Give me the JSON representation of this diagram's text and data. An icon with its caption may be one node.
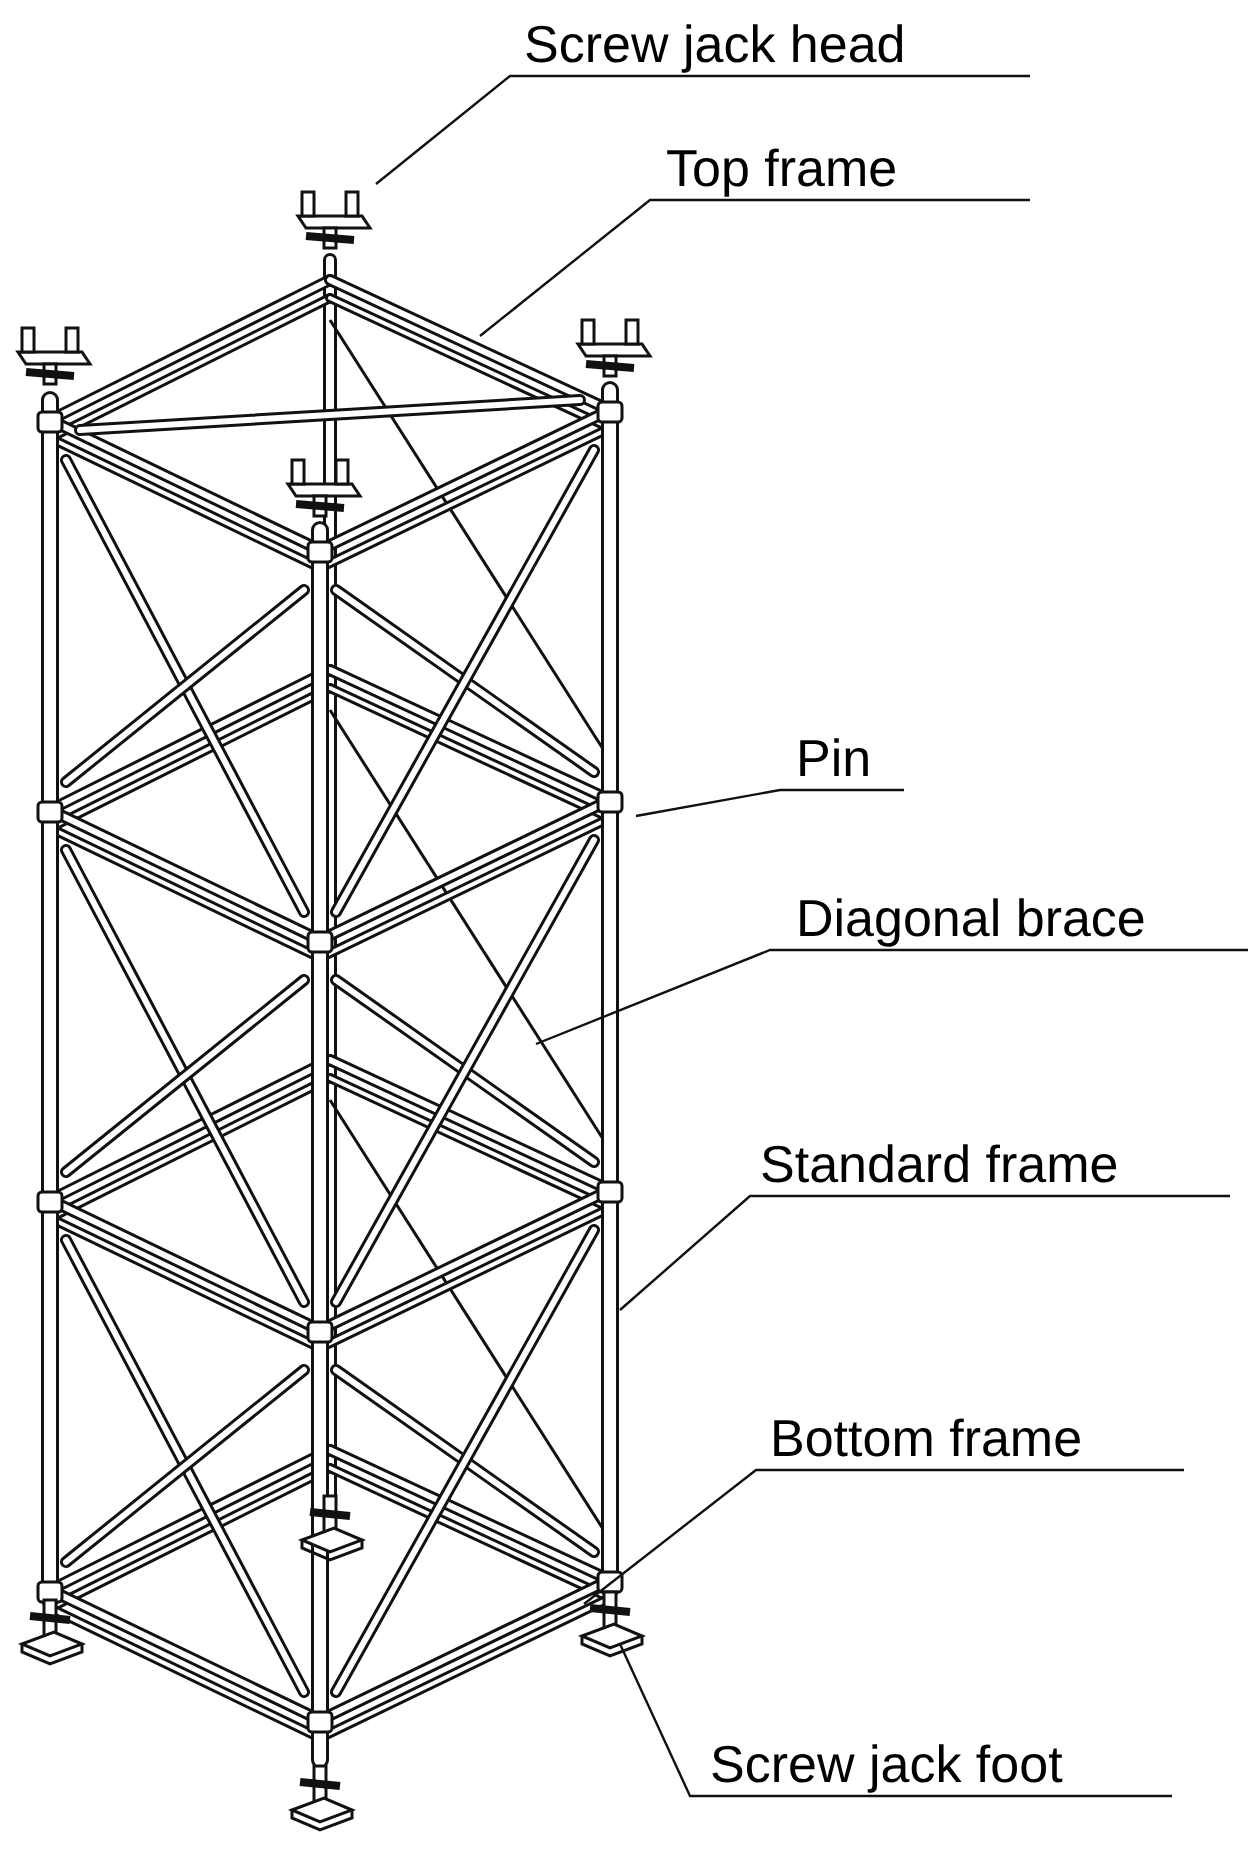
{
  "diagram": {
    "nodes": [
      {
        "text": [
          "Screw jack head"
        ]
      },
      {
        "text": [
          "Top frame"
        ]
      },
      {
        "text": [
          "Pin"
        ]
      },
      {
        "text": [
          "Diagonal brace"
        ]
      },
      {
        "text": [
          "Standard frame"
        ]
      },
      {
        "text": [
          "Bottom frame"
        ]
      },
      {
        "text": [
          "Screw jack foot"
        ]
      }
    ],
    "edges": [
      {
        "from": 0,
        "to": null,
        "arrow": "none"
      },
      {
        "from": 1,
        "to": null,
        "arrow": "none"
      },
      {
        "from": 2,
        "to": null,
        "arrow": "none"
      },
      {
        "from": 3,
        "to": null,
        "arrow": "none"
      },
      {
        "from": 4,
        "to": null,
        "arrow": "none"
      },
      {
        "from": 5,
        "to": null,
        "arrow": "none"
      },
      {
        "from": 6,
        "to": null,
        "arrow": "none"
      }
    ]
  }
}
